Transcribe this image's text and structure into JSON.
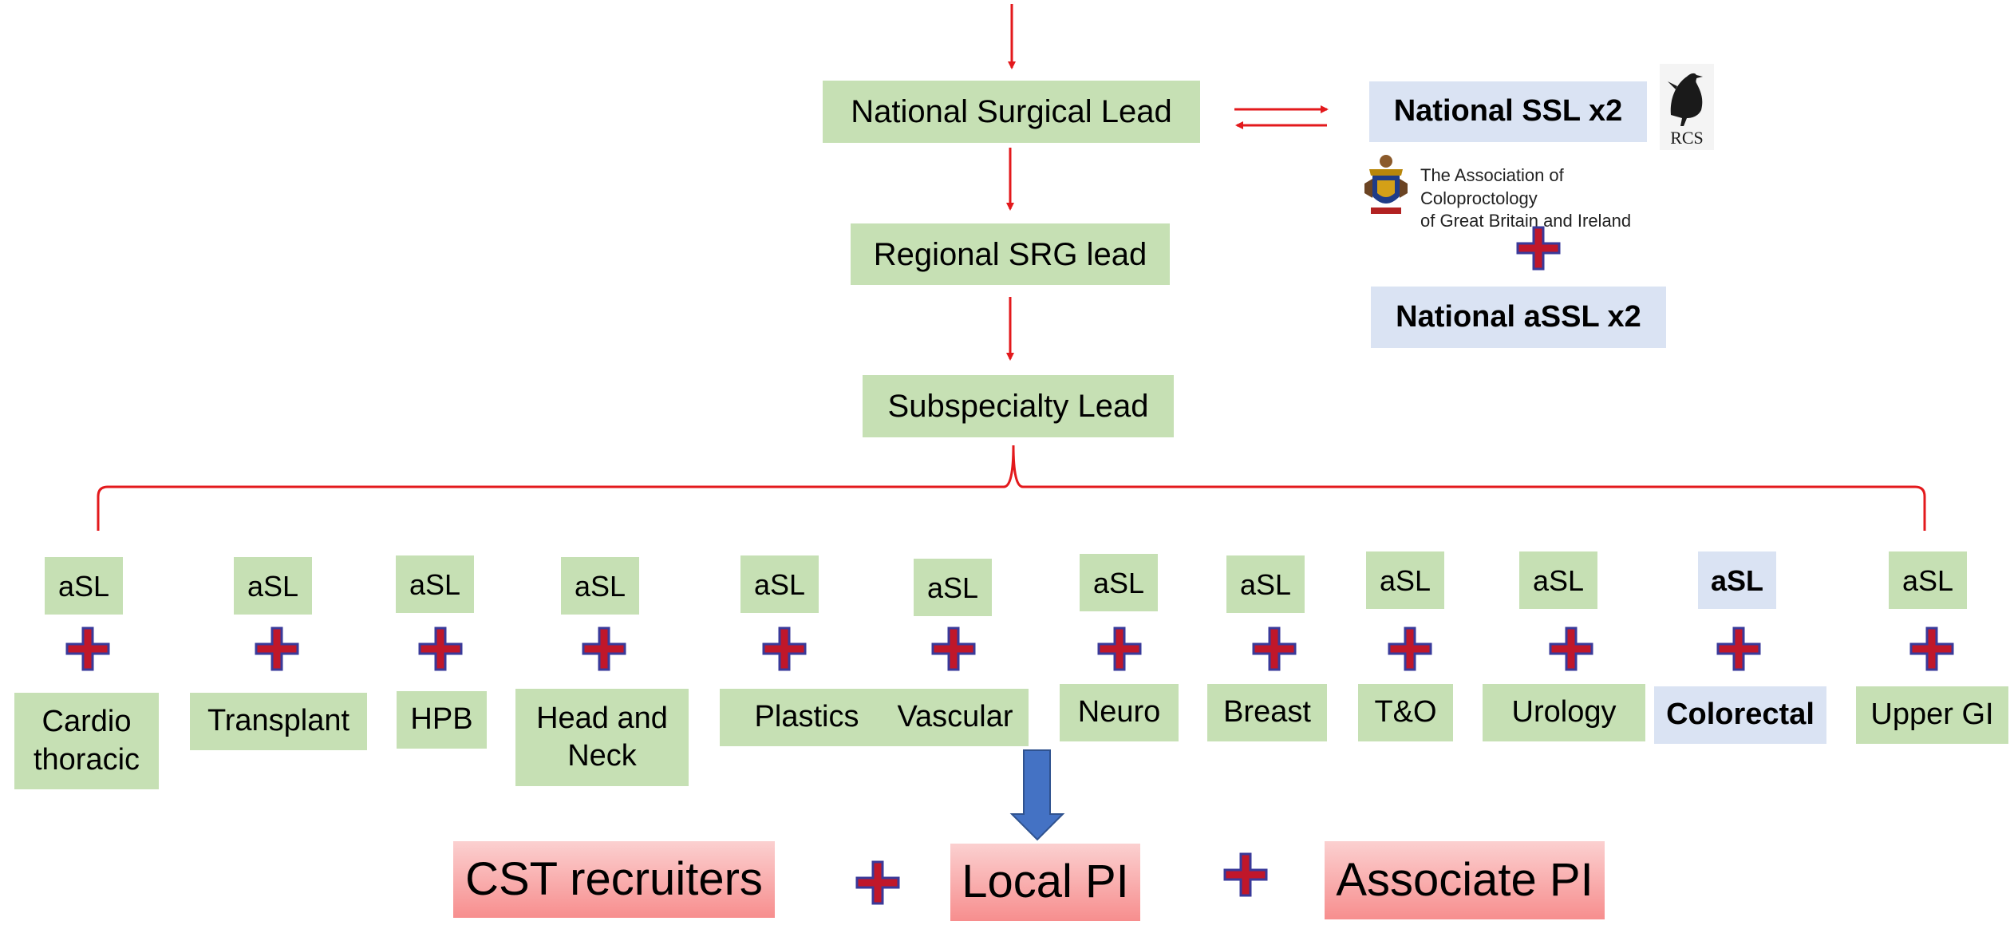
{
  "top": {
    "national_surgical_lead": "National Surgical Lead",
    "regional_srg_lead": "Regional SRG lead",
    "subspecialty_lead": "Subspecialty Lead"
  },
  "national": {
    "ssl": "National SSL x2",
    "assl": "National aSSL x2",
    "rcs_logo_text": "RCS",
    "association_text_1": "The Association of Coloproctology",
    "association_text_2": "of Great Britain and Ireland"
  },
  "asl_label": "aSL",
  "specialties": [
    {
      "label": "Cardio thoracic"
    },
    {
      "label": "Transplant"
    },
    {
      "label": "HPB"
    },
    {
      "label": "Head and Neck"
    },
    {
      "label": "Plastics"
    },
    {
      "label": "Vascular"
    },
    {
      "label": "Neuro"
    },
    {
      "label": "Breast"
    },
    {
      "label": "T&O"
    },
    {
      "label": "Urology"
    },
    {
      "label": "Colorectal"
    },
    {
      "label": "Upper GI"
    }
  ],
  "bottom": {
    "cst_recruiters": "CST recruiters",
    "local_pi": "Local PI",
    "associate_pi": "Associate PI"
  },
  "colors": {
    "arrow_red": "#e3191c",
    "plus_fill": "#c0172a",
    "plus_outline": "#3a3a9a",
    "green_box": "#c6e0b4",
    "blue_box": "#dae3f3",
    "pink_box": "#f78e8e",
    "down_arrow_blue": "#4472c4"
  }
}
